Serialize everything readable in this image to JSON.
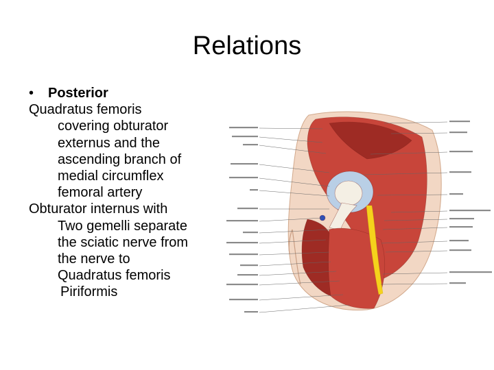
{
  "title": "Relations",
  "bullet": "•",
  "heading": "Posterior",
  "lines": [
    "Quadratus femoris",
    "covering obturator",
    "externus and the",
    "ascending branch of",
    "medial circumflex",
    "femoral artery",
    "Obturator internus with",
    "Two gemelli separate",
    "the sciatic nerve from",
    "the nerve to",
    "Quadratus femoris",
    "Piriformis"
  ],
  "figure": {
    "colors": {
      "skin": "#f2d7c4",
      "muscle": "#c8453a",
      "muscle_dark": "#9e2b24",
      "bone": "#f4efe4",
      "cartilage": "#b9cfe6",
      "nerve": "#f5d21c",
      "vessel": "#2d4fb8"
    }
  }
}
